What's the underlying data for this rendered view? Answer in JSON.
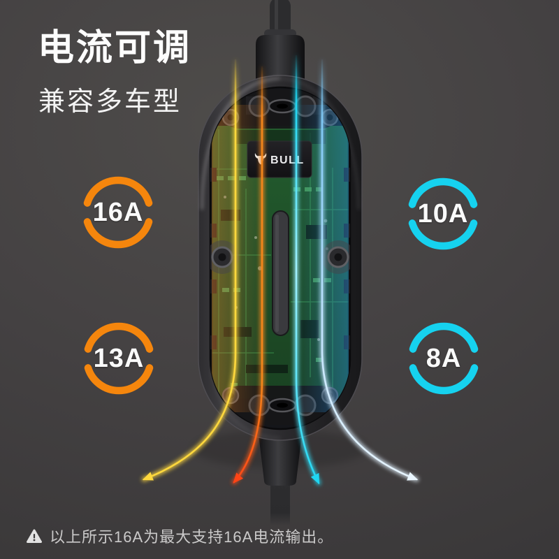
{
  "page": {
    "background_center": "#4E4C4A",
    "background_edge": "#3A3839"
  },
  "header": {
    "title": "电流可调",
    "subtitle": "兼容多车型"
  },
  "product": {
    "brand": "BULL"
  },
  "badges": [
    {
      "id": "16a",
      "label": "16A",
      "color": "#F5860D"
    },
    {
      "id": "10a",
      "label": "10A",
      "color": "#16D2EF"
    },
    {
      "id": "13a",
      "label": "13A",
      "color": "#F5860D"
    },
    {
      "id": "8a",
      "label": "8A",
      "color": "#16D2EF"
    }
  ],
  "streams": {
    "yellow": "#FFD83D",
    "orange": "#F5861A",
    "red_orange": "#FF4416",
    "cyan": "#1FD6F2",
    "blue": "#7FC8F5",
    "white_blue": "#EAF6FF"
  },
  "footer": {
    "note": "以上所示16A为最大支持16A电流输出。"
  }
}
